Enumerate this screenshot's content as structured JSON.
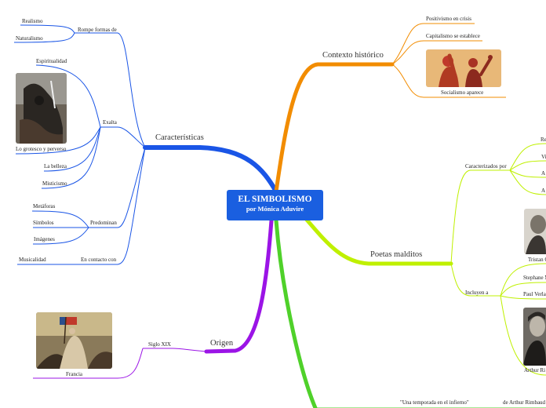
{
  "center": {
    "title": "EL SIMBOLISMO",
    "subtitle": "por Mónica Aduvire"
  },
  "colors": {
    "characteristics": "#1a55e6",
    "context": "#f28c00",
    "poets": "#bff000",
    "origin": "#9b14e6",
    "bottom": "#4fd12a",
    "center_bg": "#1a5fe0"
  },
  "branches": {
    "caracteristicas": {
      "label": "Características",
      "rompe": {
        "label": "Rompe formas de",
        "items": [
          "Realismo",
          "Naturalismo"
        ]
      },
      "exalta": {
        "label": "Exalta",
        "items": [
          "Espiritualidad",
          "Lo grotesco y perverso",
          "La belleza",
          "Misticismo"
        ]
      },
      "predominan": {
        "label": "Predominan",
        "items": [
          "Metáforas",
          "Símbolos",
          "Imágenes"
        ]
      },
      "contacto": {
        "label": "En contacto con",
        "items": [
          "Musicalidad"
        ]
      }
    },
    "contexto": {
      "label": "Contexto histórico",
      "items": [
        "Positivismo en crisis",
        "Capitalismo se establece",
        "Socialismo aparece"
      ]
    },
    "poetas": {
      "label": "Poetas malditos",
      "caracterizados": {
        "label": "Caracterizados por",
        "items": [
          "Re",
          "Vi",
          "A",
          "A"
        ]
      },
      "incluyen": {
        "label": "Incluyen a",
        "items": [
          "Tristan C",
          "Stephane M",
          "Paul Verla",
          "Arthur Ri"
        ]
      }
    },
    "origen": {
      "label": "Origen",
      "siglo": "Siglo XIX",
      "pais": "Francia"
    },
    "bottom": {
      "items": [
        "\"Una temporada en el infierno\"",
        "de Arthur Rimbaud"
      ]
    }
  }
}
